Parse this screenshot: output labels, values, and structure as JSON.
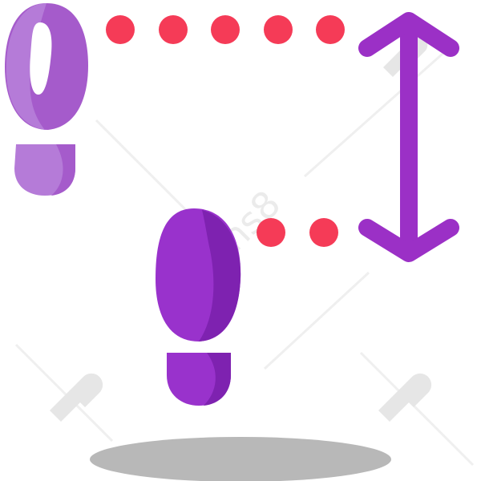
{
  "illustration": {
    "subject": "footprints-step-height",
    "colors": {
      "footprint_light": "#B57BD8",
      "footprint_light_dark": "#A55BCB",
      "footprint_main": "#9932CC",
      "footprint_main_dark": "#7E22B0",
      "arrow": "#9B30C6",
      "dots": "#F53B57",
      "shadow": "#B8B8B8",
      "watermark": "#D9D9D9"
    },
    "icons": [
      "upper-footprint-icon",
      "lower-footprint-icon",
      "vertical-double-arrow-icon",
      "dotted-guide-line",
      "ground-shadow"
    ]
  }
}
